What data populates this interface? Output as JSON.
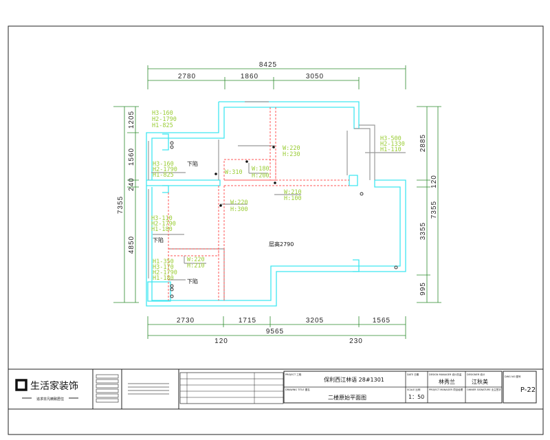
{
  "dimensions": {
    "top_total": "8425",
    "top": [
      "2780",
      "1860",
      "3050"
    ],
    "bottom": [
      "2730",
      "1715",
      "3205",
      "1565"
    ],
    "bottom_total": "9565",
    "bottom_left": "120",
    "bottom_right": "230",
    "left": [
      "1205",
      "1560",
      "240",
      "4850"
    ],
    "left_total": "7355",
    "right": [
      "2885",
      "120",
      "3355",
      "995"
    ],
    "right_total": "7355"
  },
  "annotations": {
    "a1": [
      "H3-160",
      "H2-1790",
      "H1-825"
    ],
    "a2": [
      "H3-160",
      "H2-1790",
      "H1-825"
    ],
    "a3": [
      "H3-110",
      "H2-1790",
      "H1-180"
    ],
    "a4": [
      "H1-350",
      "H3-170",
      "H2-1790",
      "H1-180"
    ],
    "a5": [
      "H3-500",
      "H2-1330",
      "H1-110"
    ],
    "b1": [
      "W:220",
      "H:230"
    ],
    "b2": [
      "W:180",
      "H:200"
    ],
    "b3": "W:310",
    "b4": [
      "W:210",
      "H:100"
    ],
    "b5": [
      "W:220",
      "H:300"
    ],
    "b6": [
      "W:220",
      "H:210"
    ],
    "drop1": "下陷",
    "drop2": "下陷",
    "drop3": "下陷",
    "ceiling": "层高2790"
  },
  "title_block": {
    "logo": "生活家装饰",
    "logo_sub": "追求非凡精致居住",
    "project_label": "PROJECT 工程",
    "project": "保利西江林语 28#1301",
    "drawing_title_label": "DRAWING TITLE 图名",
    "drawing_title": "二楼原始平面图",
    "date_label": "DATE 日期",
    "scale_label": "SCALE 比例",
    "scale": "1：50",
    "design_manager_label": "DESIGN MANAGER 设计总监",
    "design_manager": "林秀兰",
    "project_manager_label": "PROJECT MANAGER 项目经理",
    "designer_label": "DESIGNER 设计",
    "designer": "江秋美",
    "owner_signature_label": "OWNER SIGNATURE 业主签字",
    "drawing_no_label": "DWG NO 图号",
    "drawing_no": "P-22"
  }
}
